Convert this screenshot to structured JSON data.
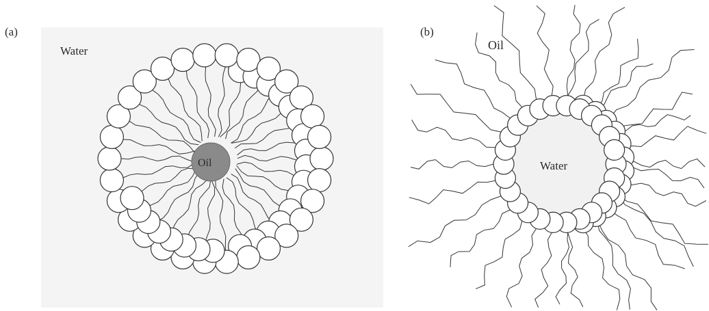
{
  "figure": {
    "panel_a": {
      "label": "(a)",
      "outer_phase": "Water",
      "core": "Oil",
      "core_color": "#8a8a8a"
    },
    "panel_b": {
      "label": "(b)",
      "outer_phase": "Oil",
      "core": "Water",
      "core_color": "#f1f1f1"
    },
    "colors": {
      "background_a": "#f4f4f4",
      "line": "#333333",
      "head_fill": "#ffffff"
    }
  }
}
